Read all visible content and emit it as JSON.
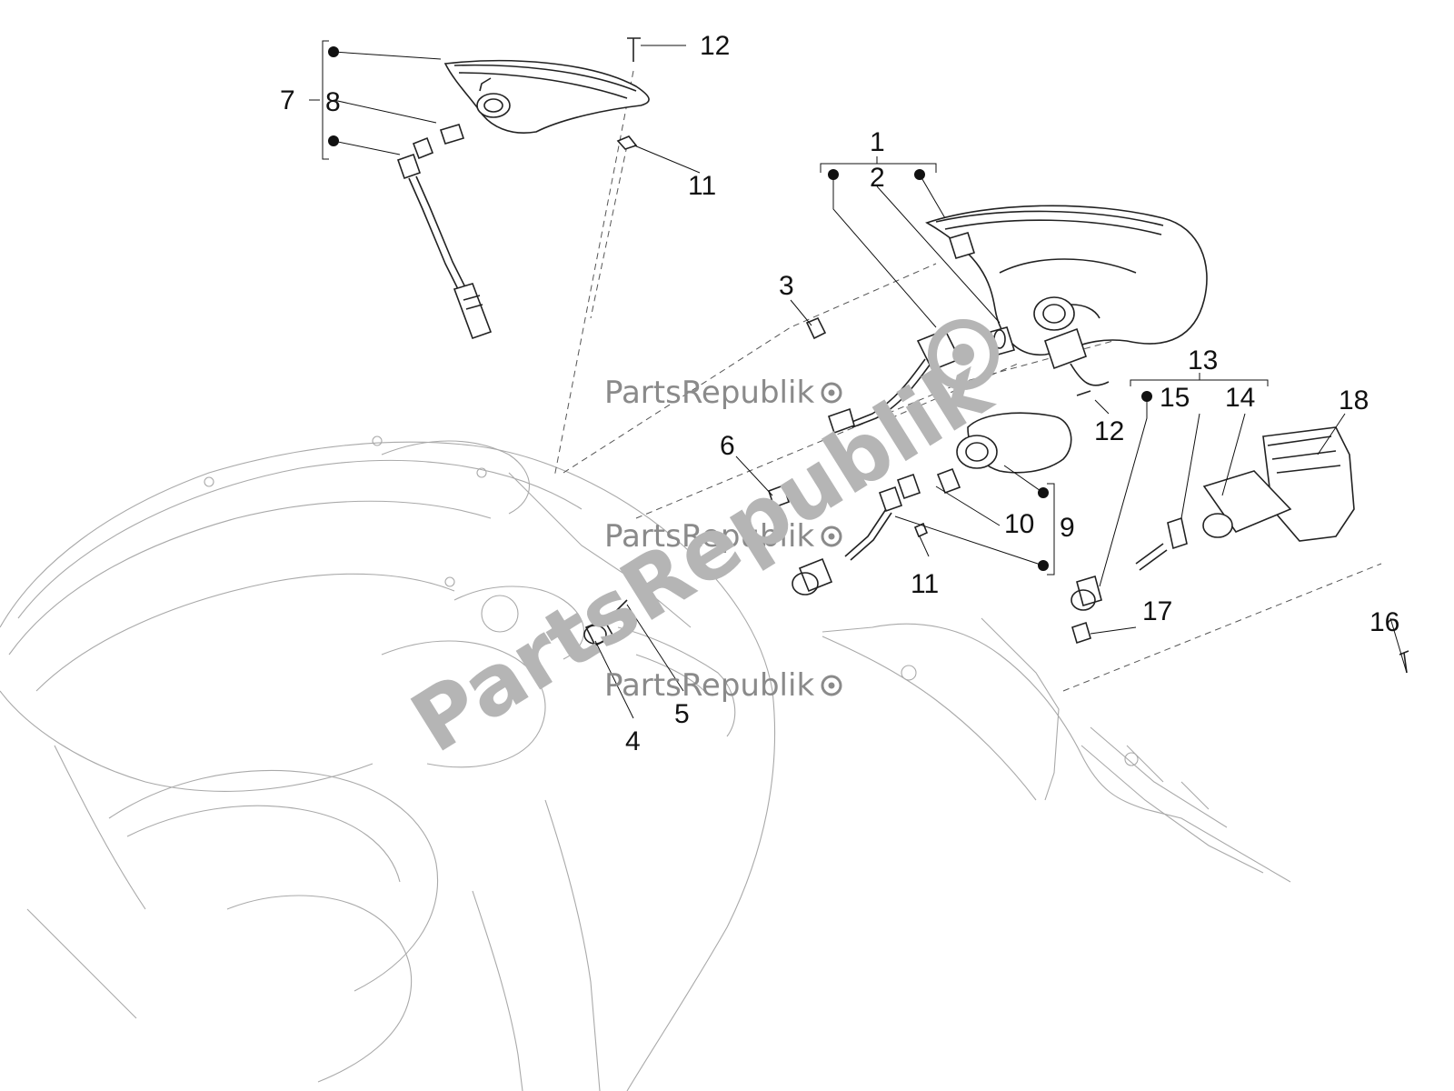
{
  "watermark": {
    "brand": "PartsRepublik",
    "color": "#8a8a8a"
  },
  "callouts": {
    "n1": "1",
    "n2": "2",
    "n3": "3",
    "n4": "4",
    "n5": "5",
    "n6": "6",
    "n7": "7",
    "n8": "8",
    "n9": "9",
    "n10": "10",
    "n11a": "11",
    "n11b": "11",
    "n12a": "12",
    "n12b": "12",
    "n13": "13",
    "n14": "14",
    "n15": "15",
    "n16": "16",
    "n17": "17",
    "n18": "18"
  },
  "colors": {
    "line": "#222222",
    "ghost": "#a9a9a9",
    "background": "#ffffff"
  }
}
